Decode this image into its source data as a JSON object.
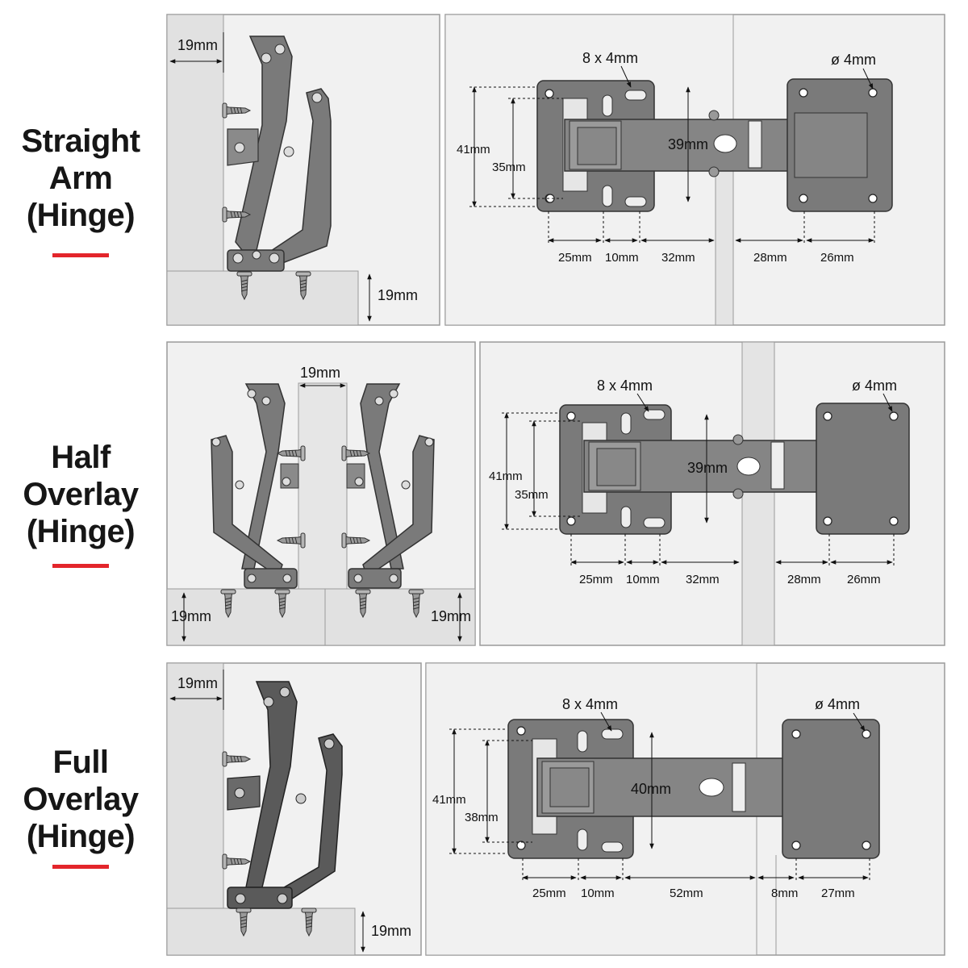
{
  "rows": [
    {
      "title_lines": [
        "Straight",
        "Arm",
        "(Hinge)"
      ],
      "side": {
        "panel_thickness": "19mm",
        "board_thickness": "19mm"
      },
      "top": {
        "slot": "8 x 4mm",
        "hole": "ø 4mm",
        "height_outer": "41mm",
        "height_inner": "35mm",
        "arm_height": "39mm",
        "w1": "25mm",
        "w2": "10mm",
        "w3": "32mm",
        "w4": "28mm",
        "w5": "26mm"
      }
    },
    {
      "title_lines": [
        "Half",
        "Overlay",
        "(Hinge)"
      ],
      "side": {
        "gap": "19mm",
        "left_board": "19mm",
        "right_board": "19mm"
      },
      "top": {
        "slot": "8 x 4mm",
        "hole": "ø 4mm",
        "height_outer": "41mm",
        "height_inner": "35mm",
        "arm_height": "39mm",
        "w1": "25mm",
        "w2": "10mm",
        "w3": "32mm",
        "w4": "28mm",
        "w5": "26mm"
      }
    },
    {
      "title_lines": [
        "Full",
        "Overlay",
        "(Hinge)"
      ],
      "side": {
        "panel_thickness": "19mm",
        "board_thickness": "19mm"
      },
      "top": {
        "slot": "8 x 4mm",
        "hole": "ø 4mm",
        "height_outer": "41mm",
        "height_inner": "38mm",
        "arm_height": "40mm",
        "w1": "25mm",
        "w2": "10mm",
        "w3": "52mm",
        "w4": "8mm",
        "w5": "27mm"
      }
    }
  ],
  "colors": {
    "panel_bg": "#f1f1f1",
    "wood": "#e1e1e1",
    "hinge_steel": "#767676",
    "hinge_dark": "#5a5a5a",
    "accent_red": "#e3252b"
  }
}
